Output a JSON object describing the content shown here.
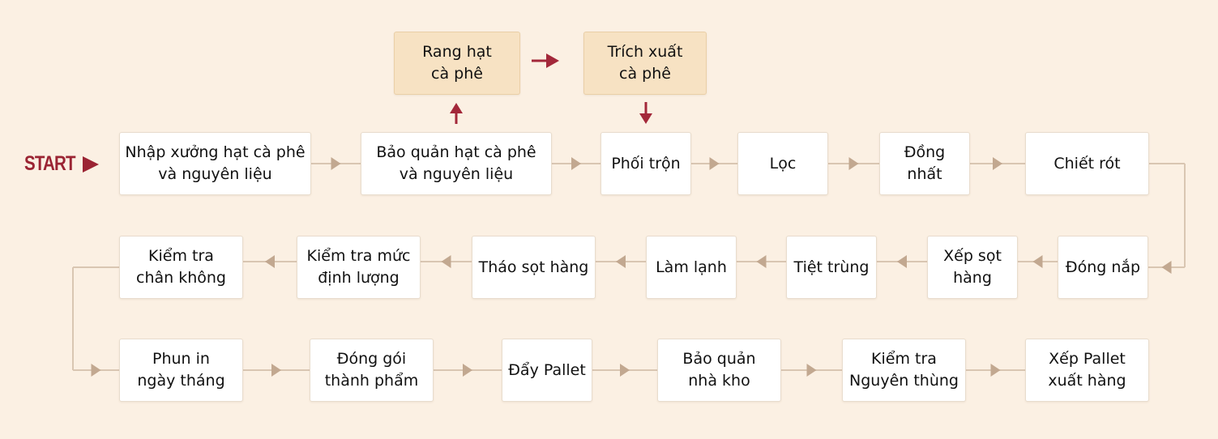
{
  "start_label": "START",
  "colors": {
    "background": "#fbf0e3",
    "flow_arrow": "#c2a890",
    "flow_line": "#d9c6b2",
    "accent_arrow": "#a3283a",
    "start_text": "#9b2433",
    "step_box": "#ffffff",
    "top_box": "#f7e2c3"
  },
  "steps": {
    "roast": "Rang hạt\ncà phê",
    "extract": "Trích xuất\ncà phê",
    "import": "Nhập xưởng hạt cà phê\nvà nguyên liệu",
    "storage": "Bảo quản hạt cà phê\nvà nguyên liệu",
    "blend": "Phối trộn",
    "filter": "Lọc",
    "homogenize": "Đồng nhất",
    "fill": "Chiết rót",
    "cap": "Đóng nắp",
    "crate": "Xếp sọt\nhàng",
    "sterilize": "Tiệt trùng",
    "cool": "Làm lạnh",
    "uncrate": "Tháo sọt hàng",
    "level_check": "Kiểm tra mức\nđịnh lượng",
    "vacuum_check": "Kiểm tra\nchân không",
    "date_print": "Phun in\nngày tháng",
    "package": "Đóng gói\nthành phẩm",
    "pallet_push": "Đẩy Pallet",
    "warehouse": "Bảo quản\nnhà kho",
    "carton_check": "Kiểm tra\nNguyên thùng",
    "pallet_ship": "Xếp Pallet\nxuất hàng"
  }
}
